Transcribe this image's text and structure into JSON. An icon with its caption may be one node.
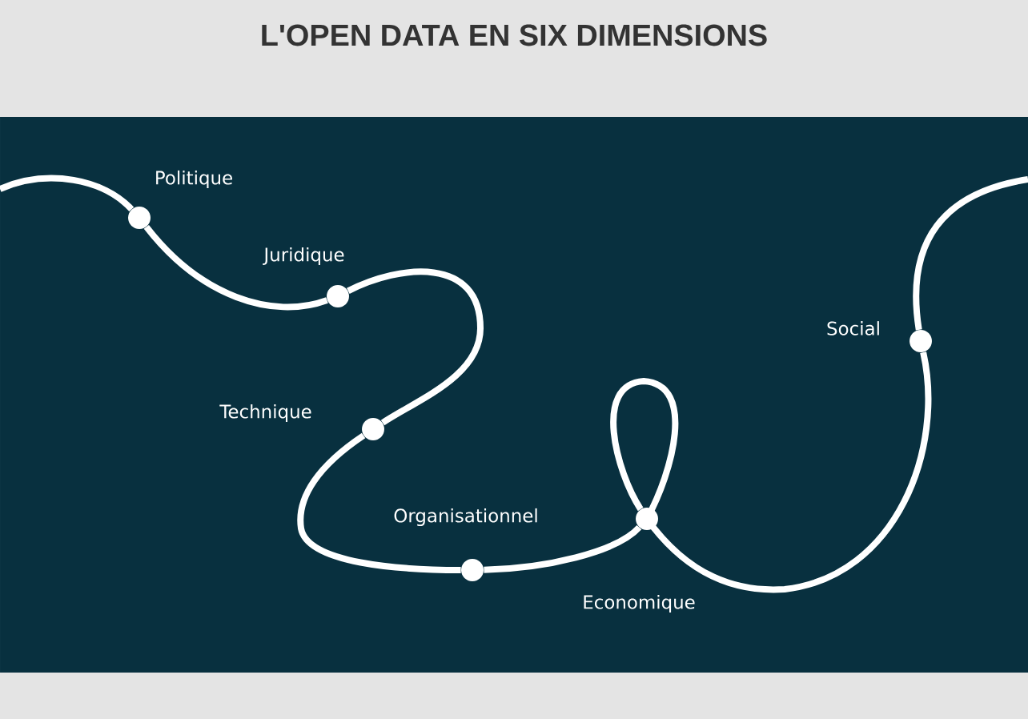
{
  "diagram": {
    "title": "L'OPEN DATA EN SIX DIMENSIONS",
    "nodes": [
      {
        "text": [],
        "shape": "circle",
        "beside": [
          "Politique"
        ]
      },
      {
        "text": [],
        "shape": "circle",
        "beside": [
          "Juridique"
        ]
      },
      {
        "text": [],
        "shape": "circle",
        "beside": [
          "Technique"
        ]
      },
      {
        "text": [],
        "shape": "circle",
        "beside": [
          "Organisationnel"
        ]
      },
      {
        "text": [],
        "shape": "circle",
        "beside": [
          "Economique"
        ]
      },
      {
        "text": [],
        "shape": "circle",
        "beside": [
          "Social"
        ]
      }
    ],
    "edges": [
      {
        "from": null,
        "to": 0,
        "arrow": "none"
      },
      {
        "from": 0,
        "to": 1,
        "arrow": "none"
      },
      {
        "from": 1,
        "to": 2,
        "arrow": "none"
      },
      {
        "from": 2,
        "to": 3,
        "arrow": "none"
      },
      {
        "from": 3,
        "to": 4,
        "arrow": "none"
      },
      {
        "from": 4,
        "to": 5,
        "arrow": "none"
      },
      {
        "from": 5,
        "to": null,
        "arrow": "none"
      }
    ]
  }
}
